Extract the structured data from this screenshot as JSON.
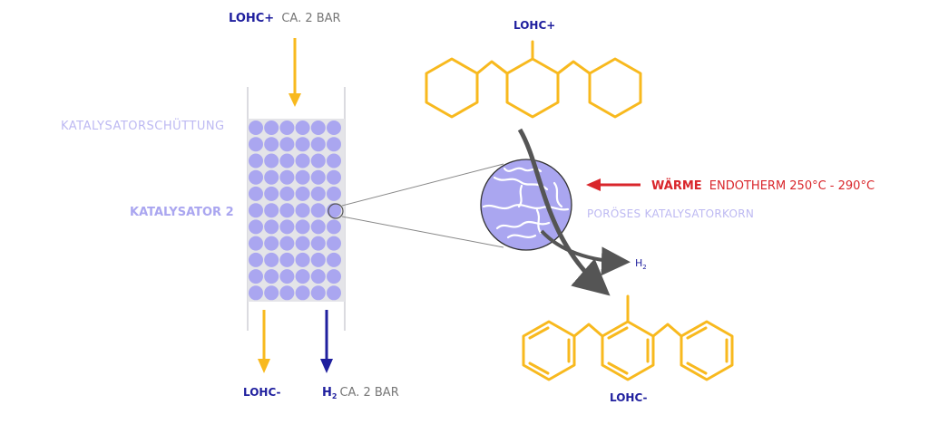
{
  "labels": {
    "inlet_lohc": "LOHC+",
    "inlet_pressure": "CA. 2 BAR",
    "bed_label": "KATALYSATORSCHÜTTUNG",
    "catalyst": "KATALYSATOR 2",
    "outlet_lohc": "LOHC-",
    "outlet_h2_h": "H",
    "outlet_h2_sub": "2",
    "outlet_pressure": "CA. 2 BAR",
    "top_molecule": "LOHC+",
    "heat_bold": "WÄRME",
    "heat_rest": "ENDOTHERM 250°C - 290°C",
    "grain": "PORÖSES KATALYSATORKORN",
    "h2_h": "H",
    "h2_sub": "2",
    "bottom_molecule": "LOHC-"
  },
  "colors": {
    "navy": "#1f1f9e",
    "gray_text": "#777777",
    "yellow": "#f8b91e",
    "lavender": "#aaa6f0",
    "lavender_text": "#bdb9f2",
    "red": "#d9262b",
    "dark_gray": "#555555",
    "bed_bg": "#e4e4e8"
  }
}
